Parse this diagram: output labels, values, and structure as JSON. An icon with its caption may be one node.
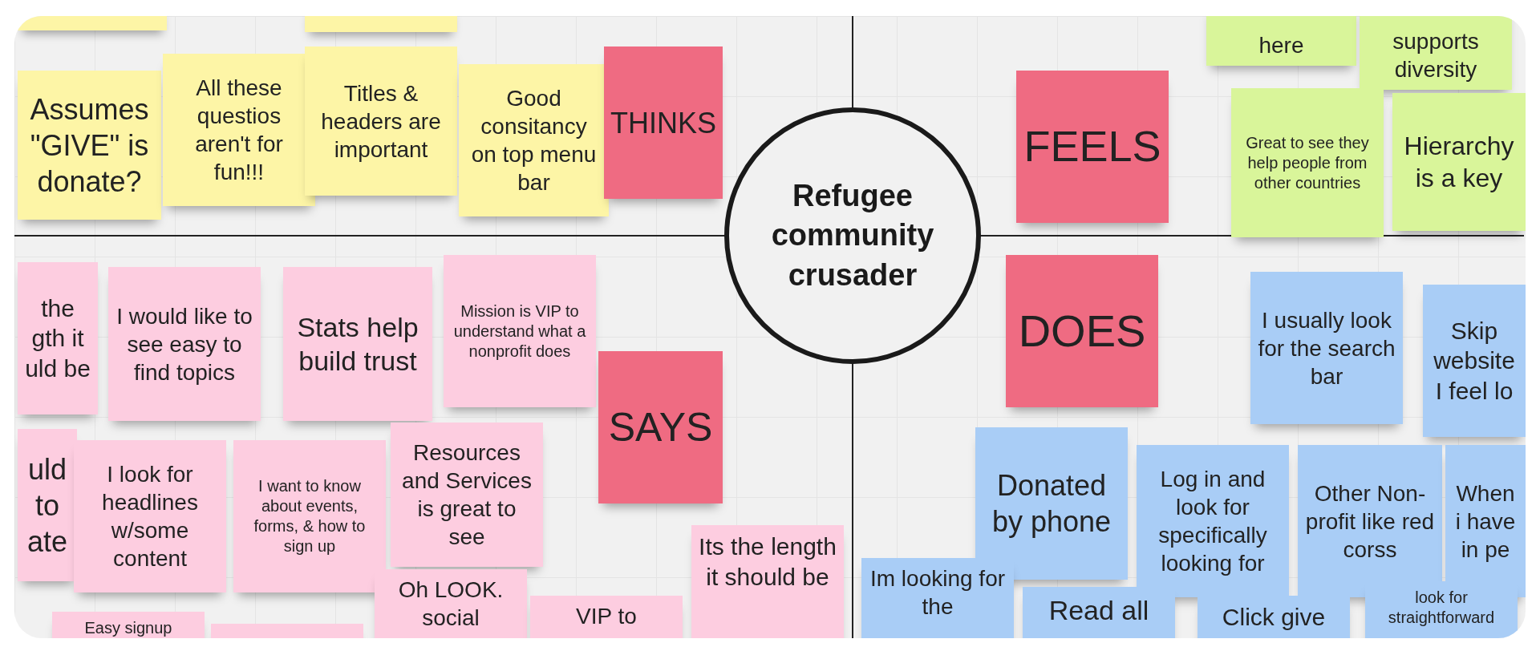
{
  "diagram": {
    "nodes": [
      {
        "text": [
          "Refugee community crusader"
        ]
      },
      {
        "text": [],
        "shape": "box"
      },
      {
        "text": [],
        "shape": "box"
      },
      {
        "text": [
          "Assumes \"GIVE\" is donate?"
        ]
      },
      {
        "text": [
          "All these questios aren't for fun!!!"
        ]
      },
      {
        "text": [
          "Titles & headers are important"
        ]
      },
      {
        "text": [
          "Good consitancy on top menu bar"
        ]
      },
      {
        "text": [
          "THINKS"
        ]
      },
      {
        "text": [
          "FEELS"
        ]
      },
      {
        "text": [
          "here"
        ]
      },
      {
        "text": [
          "supports diversity"
        ]
      },
      {
        "text": [
          "Great to see they help people from other countries"
        ]
      },
      {
        "text": [
          "Hierarchy is a key"
        ]
      },
      {
        "text": [
          "the gth it uld be"
        ]
      },
      {
        "text": [
          "I would like to see easy to find topics"
        ]
      },
      {
        "text": [
          "Stats help build trust"
        ]
      },
      {
        "text": [
          "Mission is VIP to understand what a nonprofit does"
        ]
      },
      {
        "text": [
          "SAYS"
        ]
      },
      {
        "text": [
          "uld to ate"
        ]
      },
      {
        "text": [
          "I look for headlines w/some content"
        ]
      },
      {
        "text": [
          "I want to know about events, forms, & how to sign up"
        ]
      },
      {
        "text": [
          "Resources and Services is great to see"
        ]
      },
      {
        "text": [
          "Its the length it should be"
        ]
      },
      {
        "text": [
          "Oh LOOK. social"
        ]
      },
      {
        "text": [
          "VIP to"
        ]
      },
      {
        "text": [
          "Easy signup"
        ]
      },
      {
        "text": [],
        "shape": "box"
      },
      {
        "text": [
          "DOES"
        ]
      },
      {
        "text": [
          "I usually look for the search bar"
        ]
      },
      {
        "text": [
          "Skip website I feel lo"
        ]
      },
      {
        "text": [
          "Donated by phone"
        ]
      },
      {
        "text": [
          "Log in and look for specifically looking for"
        ]
      },
      {
        "text": [
          "Other Non-profit like red corss"
        ]
      },
      {
        "text": [
          "When i have in pe"
        ]
      },
      {
        "text": [
          "Im looking for the"
        ]
      },
      {
        "text": [
          "Read all"
        ]
      },
      {
        "text": [
          "Click give"
        ]
      },
      {
        "text": [
          "look for straightforward"
        ]
      }
    ]
  }
}
